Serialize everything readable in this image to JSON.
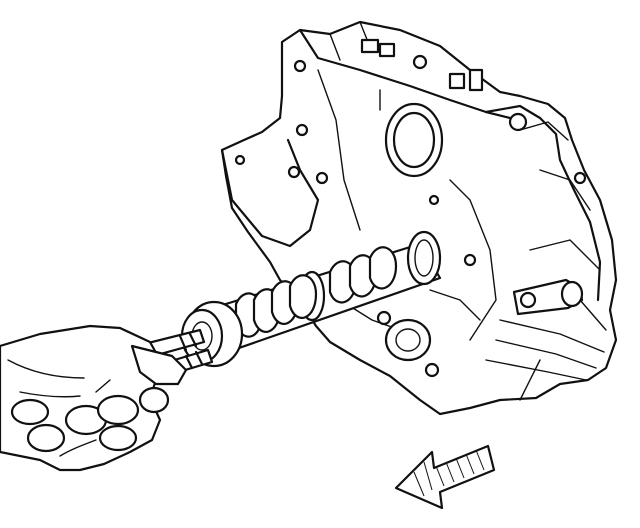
{
  "figure": {
    "background": "#ffffff",
    "ink": "#111111",
    "parts": [
      {
        "name": "engine-block"
      },
      {
        "name": "camshaft"
      },
      {
        "name": "hand"
      },
      {
        "name": "installer-bolts"
      },
      {
        "name": "direction-arrow"
      }
    ]
  }
}
